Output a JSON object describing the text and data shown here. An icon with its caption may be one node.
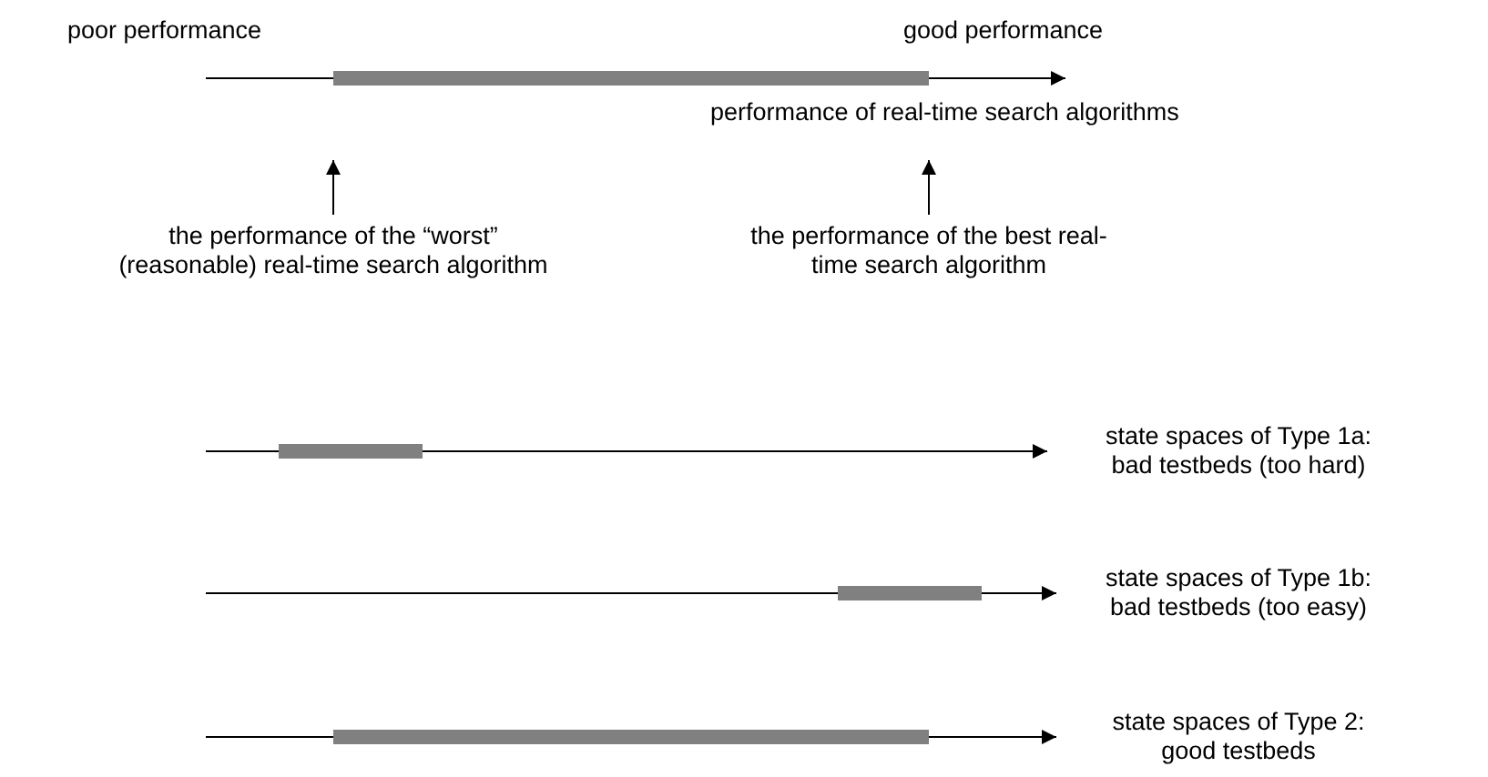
{
  "diagram": {
    "nodes": [
      {
        "text": [
          "the performance of the “worst” (reasonable) real-time search algorithm"
        ]
      },
      {
        "text": [
          "the performance of the best real-time search algorithm"
        ]
      }
    ],
    "edges": [
      {
        "from": 0,
        "to": null,
        "arrow": "to"
      },
      {
        "from": 1,
        "to": null,
        "arrow": "to"
      }
    ],
    "labels": [
      "poor performance",
      "good performance",
      "performance of real-time search algorithms",
      "state spaces of Type 1a: bad testbeds (too hard)",
      "state spaces of Type 1b: bad testbeds (too easy)",
      "state spaces of Type 2: good testbeds"
    ]
  }
}
